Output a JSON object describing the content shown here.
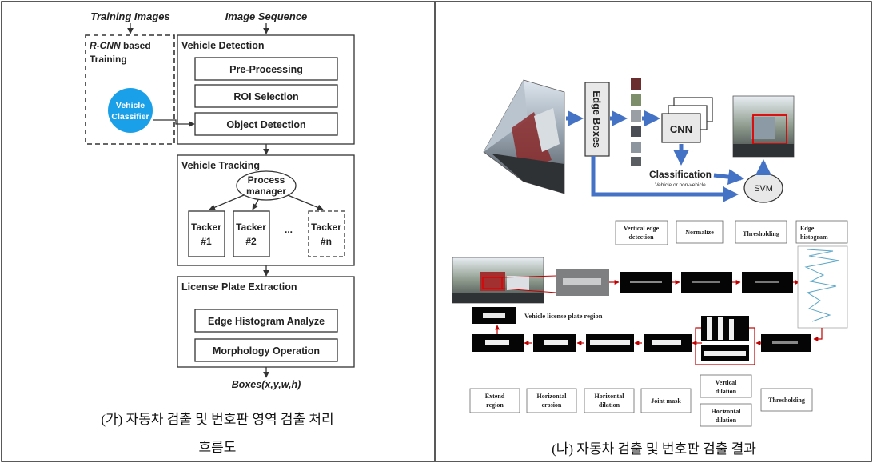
{
  "left": {
    "inputs": {
      "training": "Training Images",
      "sequence": "Image Sequence"
    },
    "rcnn": {
      "title_italic": "R-CNN",
      "title_rest": " based",
      "line2": "Training"
    },
    "classifier": {
      "line1": "Vehicle",
      "line2": "Classifier"
    },
    "detection": {
      "title": "Vehicle Detection",
      "steps": [
        "Pre-Processing",
        "ROI Selection",
        "Object Detection"
      ]
    },
    "tracking": {
      "title": "Vehicle Tracking",
      "manager": {
        "line1": "Process",
        "line2": "manager"
      },
      "trackers": [
        {
          "line1": "Tacker",
          "line2": "#1"
        },
        {
          "line1": "Tacker",
          "line2": "#2"
        },
        {
          "line1": "Tacker",
          "line2": "#n"
        }
      ],
      "ellipsis": "..."
    },
    "plate": {
      "title": "License Plate Extraction",
      "steps": [
        "Edge Histogram Analyze",
        "Morphology Operation"
      ]
    },
    "output": "Boxes(x,y,w,h)",
    "caption_line1": "(가) 자동차 검출 및 번호판 영역 검출 처리",
    "caption_line2": "흐름도"
  },
  "right": {
    "edge_boxes": "Edge Boxes",
    "cnn": "CNN",
    "classification": "Classification",
    "classification_sub": "Vehicle or non-vehicle",
    "svm": "SVM",
    "top_steps": [
      {
        "line1": "Vertical edge",
        "line2": "detection"
      },
      {
        "line1": "Normalize",
        "line2": ""
      },
      {
        "line1": "Thresholding",
        "line2": ""
      },
      {
        "line1": "Edge",
        "line2": "histogram"
      }
    ],
    "plate_label": "Vehicle license plate region",
    "bottom_steps": [
      {
        "line1": "Extend",
        "line2": "region"
      },
      {
        "line1": "Horizontal",
        "line2": "erosion"
      },
      {
        "line1": "Horizontal",
        "line2": "dilation"
      },
      {
        "line1": "Joint mask",
        "line2": ""
      },
      {
        "line1": "Vertical",
        "line2": "dilation"
      },
      {
        "line1": "Horizontal",
        "line2": "dilation"
      },
      {
        "line1": "Thresholding",
        "line2": ""
      }
    ],
    "caption": "(나) 자동차 검출 및 번호판 검출 결과"
  },
  "colors": {
    "accent_blue": "#4472c4",
    "classifier_fill": "#1aa0e8",
    "red": "#c00000"
  }
}
